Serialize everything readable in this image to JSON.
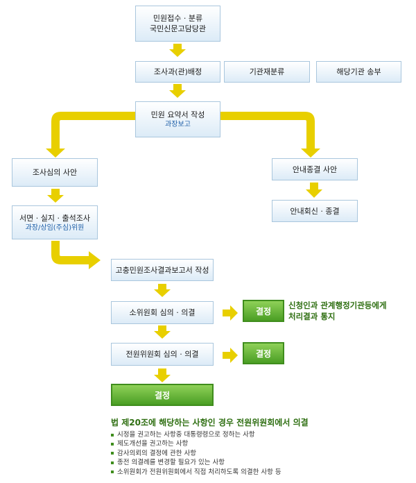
{
  "nodes": {
    "reception": {
      "line1": "민원접수 · 분류",
      "line2": "국민신문고담당관"
    },
    "assign": {
      "label": "조사과(관)배정"
    },
    "reclassify": {
      "label": "기관재분류"
    },
    "transfer": {
      "label": "해당기관 송부"
    },
    "summary": {
      "label": "민원 요약서 작성",
      "sub": "과장보고"
    },
    "investigation_case": {
      "label": "조사심의 사안"
    },
    "guidance_case": {
      "label": "안내종결 사안"
    },
    "document_review": {
      "label": "서면 · 실지 · 출석조사",
      "sub": "과장/상임(주심)위원"
    },
    "guidance_reply": {
      "label": "안내회신 · 종결"
    },
    "report": {
      "label": "고충민원조사결과보고서 작성"
    },
    "subcommittee": {
      "label": "소위원회 심의 · 의결"
    },
    "plenary": {
      "label": "전원위원회 심의 · 의결"
    }
  },
  "decisions": {
    "d1": "결정",
    "d2": "결정",
    "final": "결정"
  },
  "result_note": {
    "line1": "신청인과 관계행정기관등에게",
    "line2": "처리결과 통지"
  },
  "notes": {
    "title": "법 제20조에 해당하는 사항인 경우 전원위원회에서 의결",
    "items": [
      "시정을 권고하는 사항중 대통령령으로 정하는 사항",
      "제도개선을 권고하는 사항",
      "감사의뢰의 결정에 관한 사항",
      "종전 의결례를 변경할 필요가 있는 사항",
      "소위원회가 전원위원회에서 직접 처리하도록 의결한 사항 등"
    ]
  },
  "colors": {
    "arrow": "#e8cf00",
    "decision": "#4a9e24",
    "box_border": "#a9c6dd"
  }
}
